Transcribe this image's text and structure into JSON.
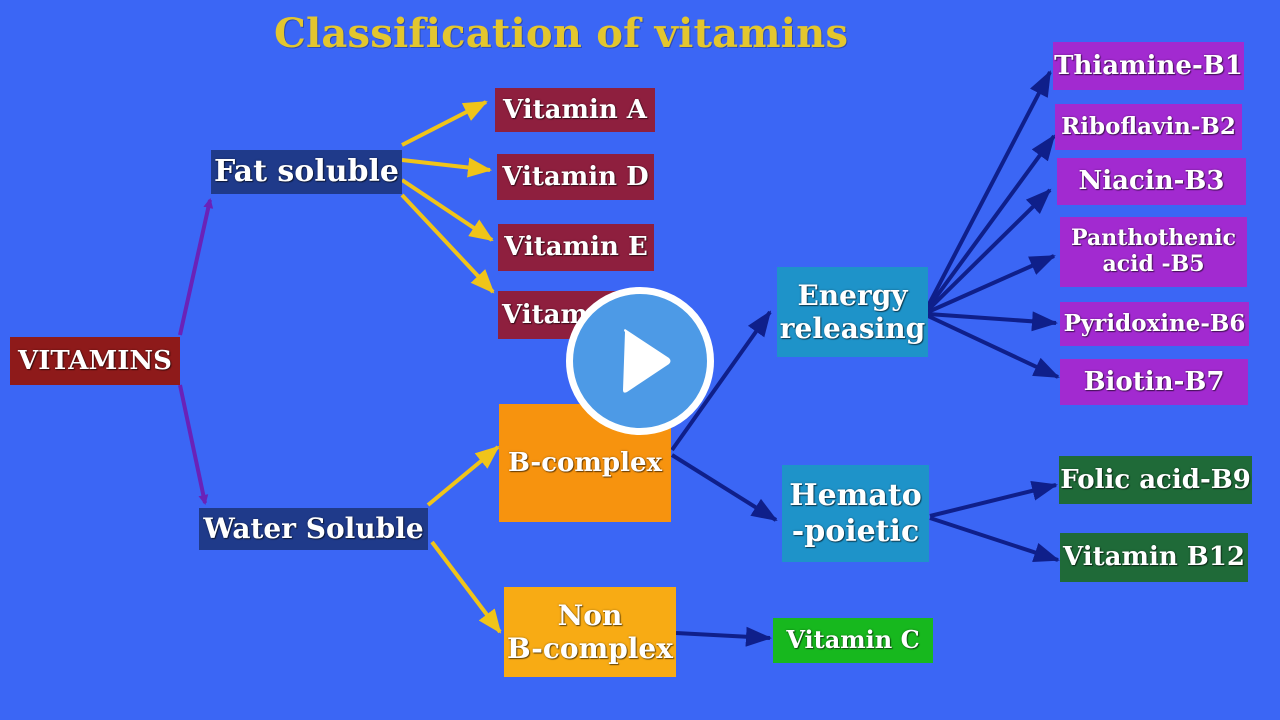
{
  "title": "Classification of vitamins",
  "nodes": {
    "vitamins": "VITAMINS",
    "fat_soluble": "Fat soluble",
    "water_soluble": "Water Soluble",
    "vitamin_a": "Vitamin A",
    "vitamin_d": "Vitamin D",
    "vitamin_e": "Vitamin E",
    "vitamin_k_partial": "Vitam",
    "b_complex": "B-complex",
    "non_b_complex": "Non\nB-complex",
    "vitamin_c": "Vitamin C",
    "energy_releasing": "Energy\nreleasing",
    "hematopoietic": "Hemato\n-poietic",
    "thiamine": "Thiamine-B1",
    "riboflavin": "Riboflavin-B2",
    "niacin": "Niacin-B3",
    "panthothenic": "Panthothenic\nacid -B5",
    "pyridoxine": "Pyridoxine-B6",
    "biotin": "Biotin-B7",
    "folic_acid": "Folic acid-B9",
    "vitamin_b12": "Vitamin B12"
  },
  "colors": {
    "background": "#3b66f5",
    "title": "#e3c62e",
    "arrow_purple": "#6a22b8",
    "arrow_yellow": "#f0c419",
    "arrow_navy": "#0f1f8a",
    "play_fill": "#4d9ae6"
  },
  "icons": {
    "play": "play-button-icon"
  }
}
